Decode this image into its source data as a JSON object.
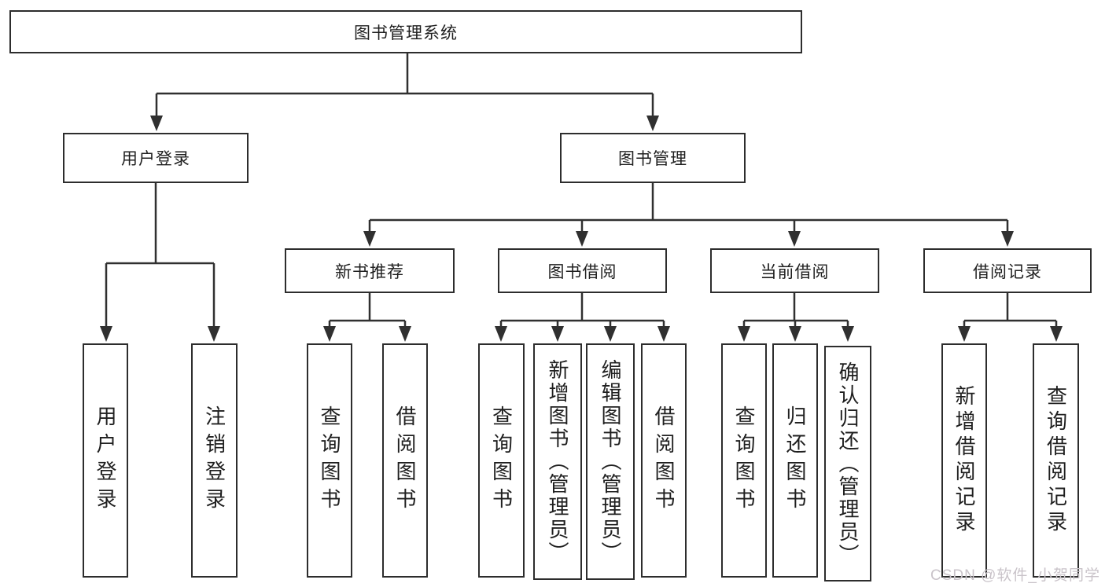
{
  "colors": {
    "line": "#303030",
    "box_border": "#2d2d2d",
    "text": "#1f1f1f",
    "background": "#ffffff",
    "watermark": "#c9c3c9"
  },
  "watermark": "CSDN @软件_小贺同学",
  "nodes": {
    "root": "图书管理系统",
    "user_login": "用户登录",
    "book_mgmt": "图书管理",
    "new_book_rec": "新书推荐",
    "book_borrow": "图书借阅",
    "current_borrow": "当前借阅",
    "borrow_record": "借阅记录",
    "leaf_user_login": "用户登录",
    "leaf_logout": "注销登录",
    "rec_query_books": "查询图书",
    "rec_borrow_books": "借阅图书",
    "bb_query_books": "查询图书",
    "bb_add_books": "新增图书（管理员）",
    "bb_edit_books": "编辑图书（管理员）",
    "bb_borrow_books": "借阅图书",
    "cb_query_books": "查询图书",
    "cb_return_books": "归还图书",
    "cb_confirm_return": "确认归还（管理员）",
    "br_add_record": "新增借阅记录",
    "br_query_record": "查询借阅记录"
  }
}
